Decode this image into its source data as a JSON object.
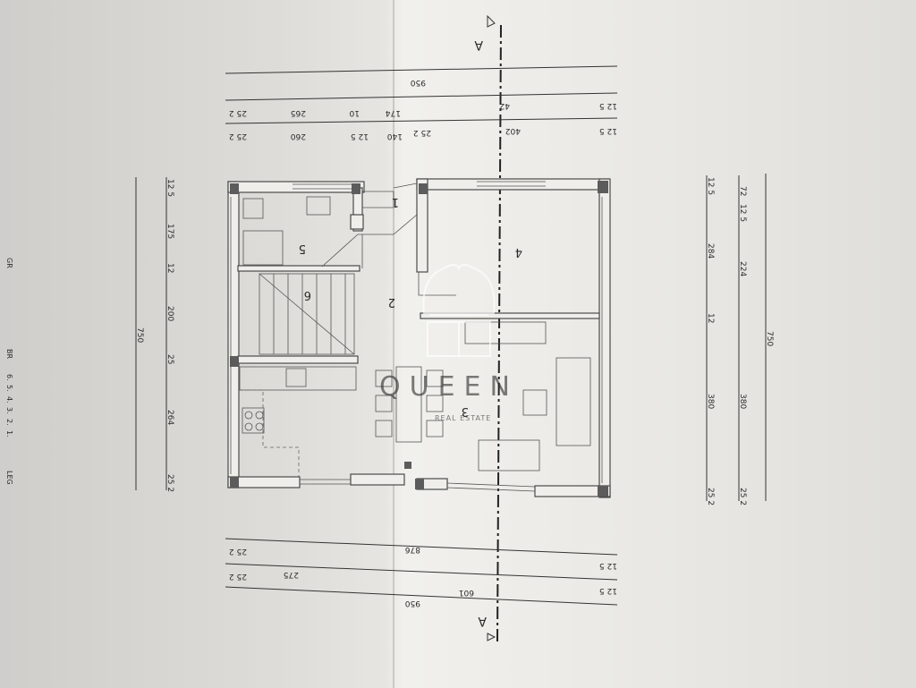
{
  "section": {
    "marker": "A"
  },
  "dims_top": {
    "overall": "950",
    "row2": [
      "25 2",
      "265",
      "10",
      "174",
      "42",
      "12 5"
    ],
    "row3": [
      "25 2",
      "260",
      "12 5",
      "140",
      "25 2",
      "402",
      "12 5"
    ]
  },
  "dims_bottom": {
    "row1": [
      "25 2",
      "876",
      "12 5"
    ],
    "row2": [
      "25 2",
      "275",
      "601",
      "12 5"
    ],
    "overall": "950"
  },
  "dims_left": {
    "overall": "750",
    "segments": [
      "12 5",
      "175",
      "12",
      "200",
      "25",
      "264",
      "25 2"
    ]
  },
  "dims_right": {
    "inner": [
      "12 5",
      "284",
      "12",
      "380",
      "25 2"
    ],
    "outer": [
      "72",
      "12 5",
      "224",
      "380",
      "25 2"
    ],
    "overall": "750"
  },
  "rooms": [
    "1",
    "2",
    "3",
    "4",
    "5",
    "6"
  ],
  "left_edge_text": [
    "GR",
    "BR",
    "6.",
    "5.",
    "4.",
    "3.",
    "2.",
    "1.",
    "LEG"
  ],
  "watermark": {
    "line1": "QUEEN",
    "line2": "REAL ESTATE"
  }
}
